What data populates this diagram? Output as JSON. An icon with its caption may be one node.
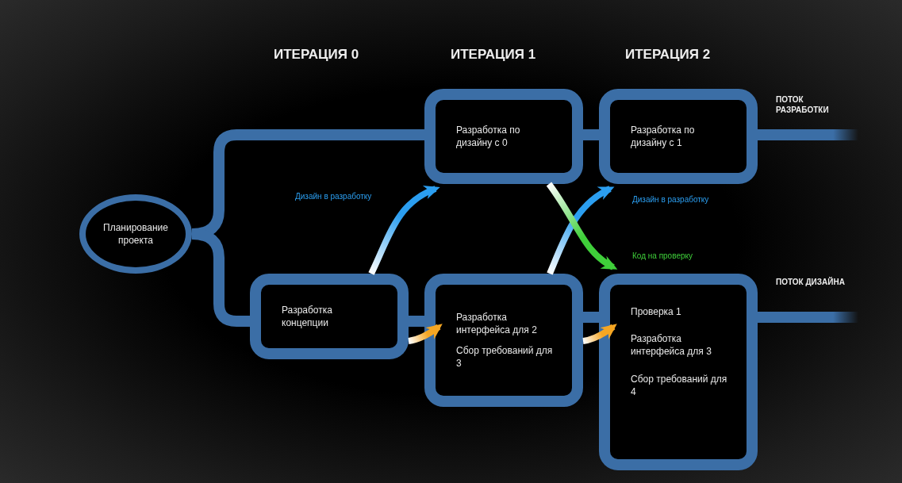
{
  "diagram": {
    "nodes": [
      {
        "text": [
          "Планирование проекта"
        ]
      },
      {
        "text": [
          "Разработка по дизайну с 0"
        ]
      },
      {
        "text": [
          "Разработка по дизайну с 1"
        ]
      },
      {
        "text": [
          "Разработка концепции"
        ]
      },
      {
        "text": [
          "Разработка интерфейса для 2",
          "Сбор требований для 3"
        ]
      },
      {
        "text": [
          "Проверка 1",
          "Разработка интерфейса для 3",
          "Сбор требований для 4"
        ]
      }
    ],
    "edges": [
      {
        "from": 0,
        "to": 1,
        "arrow": "none"
      },
      {
        "from": 0,
        "to": 3,
        "arrow": "none"
      },
      {
        "from": 1,
        "to": 2,
        "arrow": "none"
      },
      {
        "from": 3,
        "to": 4,
        "arrow": "none"
      },
      {
        "from": 4,
        "to": 5,
        "arrow": "none"
      },
      {
        "from": 2,
        "to": null,
        "arrow": "none"
      },
      {
        "from": 5,
        "to": null,
        "arrow": "none"
      },
      {
        "from": 3,
        "to": 1,
        "arrow": "to",
        "label": "Дизайн в разработку",
        "color": "#2b9ef0"
      },
      {
        "from": 4,
        "to": 2,
        "arrow": "to",
        "label": "Дизайн в разработку",
        "color": "#2b9ef0"
      },
      {
        "from": 1,
        "to": 5,
        "arrow": "to",
        "label": "Код на проверку",
        "color": "#3fcf3a"
      },
      {
        "from": 3,
        "to": 4,
        "arrow": "to",
        "color": "#f5a623"
      },
      {
        "from": 4,
        "to": 5,
        "arrow": "to",
        "color": "#f5a623"
      }
    ],
    "labels": [
      "ИТЕРАЦИЯ 0",
      "ИТЕРАЦИЯ 1",
      "ИТЕРАЦИЯ 2",
      "ПОТОК РАЗРАБОТКИ",
      "ПОТОК ДИЗАЙНА"
    ]
  }
}
